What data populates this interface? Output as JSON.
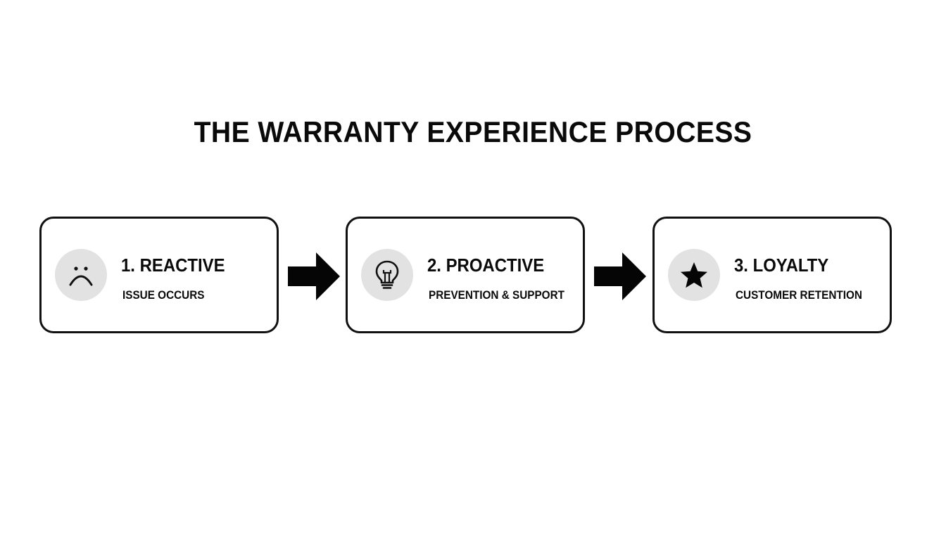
{
  "title": "THE WARRANTY EXPERIENCE PROCESS",
  "steps": [
    {
      "title": "1. REACTIVE",
      "subtitle": "ISSUE OCCURS",
      "icon": "sad-face-icon"
    },
    {
      "title": "2. PROACTIVE",
      "subtitle": "PREVENTION & SUPPORT",
      "icon": "lightbulb-icon"
    },
    {
      "title": "3. LOYALTY",
      "subtitle": "CUSTOMER RETENTION",
      "icon": "star-icon"
    }
  ],
  "colors": {
    "ink": "#111111",
    "icon_background": "#e2e2e2",
    "background": "#ffffff"
  }
}
